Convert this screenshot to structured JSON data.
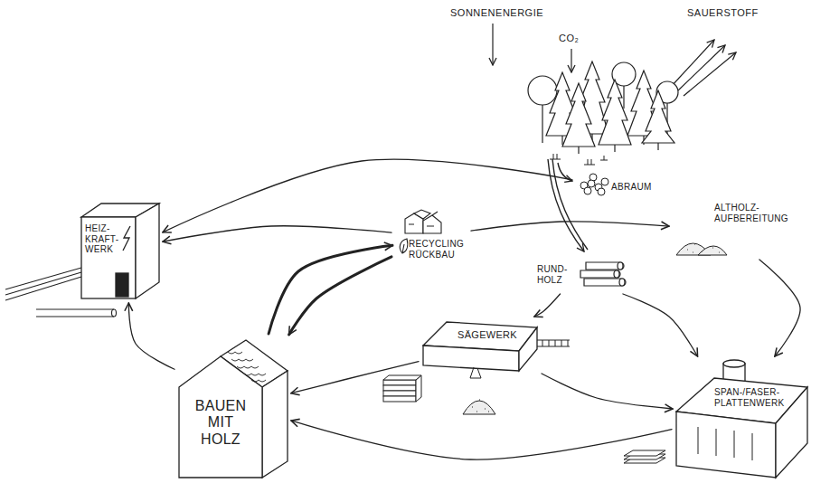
{
  "diagram": {
    "nodes": [
      {
        "text": [
          "HEIZ- KRAFT- WERK"
        ]
      },
      {
        "text": [
          "RECYCLING RÜCKBAU"
        ]
      },
      {
        "text": [
          "ABRAUM"
        ]
      },
      {
        "text": [
          "ALTHOLZ- AUFBEREITUNG"
        ]
      },
      {
        "text": [
          "RUND- HOLZ"
        ]
      },
      {
        "text": [
          "SÄGEWERK"
        ]
      },
      {
        "text": [
          "SPAN-/FASER- PLATTENWERK"
        ]
      },
      {
        "text": [
          "BAUEN MIT HOLZ"
        ]
      }
    ],
    "edges": [
      {
        "from": 4,
        "to": 5,
        "arrow": "to"
      },
      {
        "from": 4,
        "to": 6,
        "arrow": "to"
      },
      {
        "from": 3,
        "to": 6,
        "arrow": "to"
      },
      {
        "from": 1,
        "to": 3,
        "arrow": "to"
      },
      {
        "from": 2,
        "to": 0,
        "arrow": "to"
      },
      {
        "from": 1,
        "to": 0,
        "arrow": "to"
      },
      {
        "from": 7,
        "to": 1,
        "arrow": "to"
      },
      {
        "from": 1,
        "to": 7,
        "arrow": "to"
      },
      {
        "from": 7,
        "to": 0,
        "arrow": "to"
      },
      {
        "from": 5,
        "to": 7,
        "arrow": "to"
      },
      {
        "from": 5,
        "to": 6,
        "arrow": "to"
      },
      {
        "from": 6,
        "to": 7,
        "arrow": "to"
      }
    ],
    "labels": [
      "SONNENENERGIE",
      "CO₂",
      "SAUERSTOFF"
    ]
  }
}
